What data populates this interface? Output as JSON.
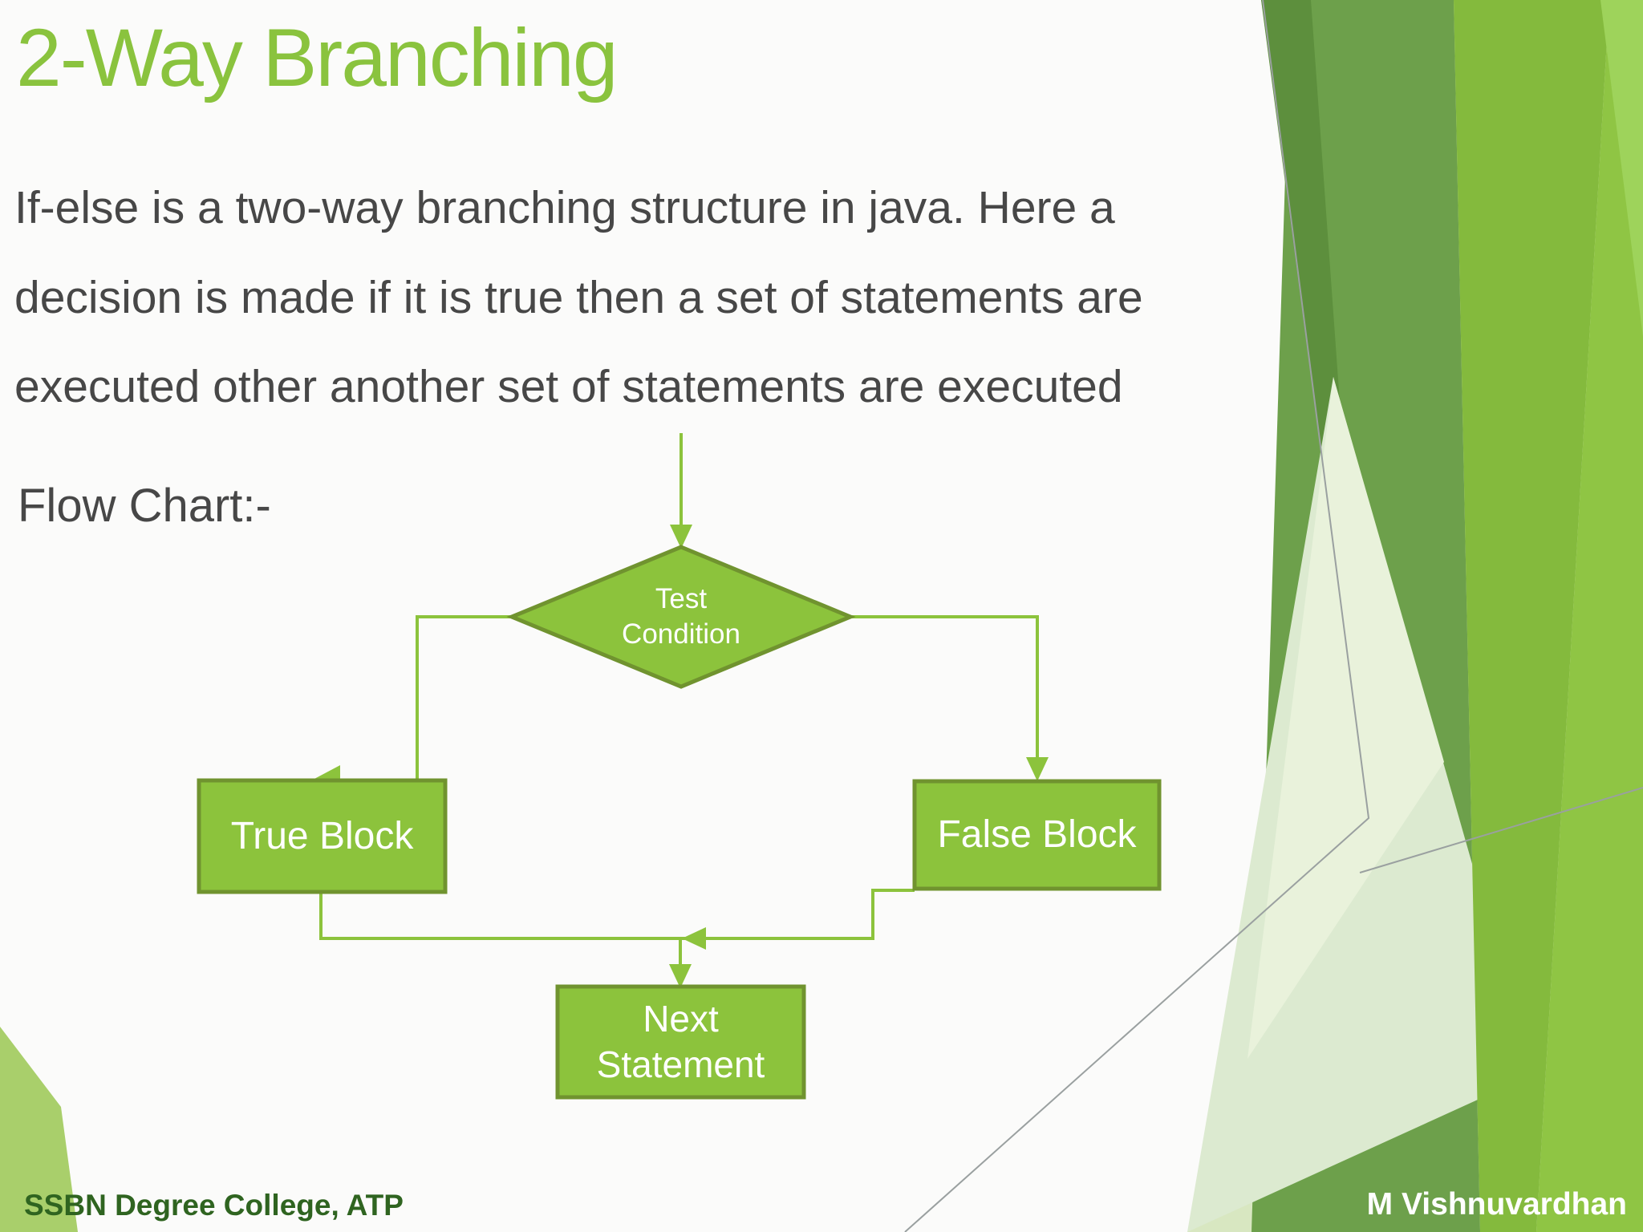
{
  "slide": {
    "title": "2-Way Branching",
    "body": [
      "If-else is a two-way branching structure in java. Here a",
      "decision is made if it is true then a set of statements are",
      "executed other another set of statements are executed"
    ],
    "flow_chart_label": "Flow Chart:-"
  },
  "flowchart": {
    "test_condition": {
      "line1": "Test",
      "line2": "Condition"
    },
    "true_block": {
      "label": "True Block"
    },
    "false_block": {
      "label": "False Block"
    },
    "next_statement": {
      "line1": "Next",
      "line2": "Statement"
    },
    "edges": [
      "entry -> test-condition",
      "test-condition -> true-block",
      "test-condition -> false-block",
      "true-block -> next-statement",
      "false-block -> next-statement"
    ]
  },
  "footer": {
    "left": "SSBN Degree College, ATP",
    "right": "M Vishnuvardhan"
  },
  "colors": {
    "title_green": "#8ac33e",
    "body_text_gray": "#474747",
    "shape_fill_green": "#8cc33c",
    "shape_border_olive": "#70932f",
    "connector_green": "#8cc33c",
    "shape_text_white": "#ffffff",
    "footer_left_dark_green": "#2f6420",
    "footer_right_white": "#ffffff",
    "decor_bright_green": "#8dc63f",
    "decor_mid_bright_green": "#84ba3d",
    "decor_medium_green": "#6da04b",
    "decor_dark_green": "#5d8f3d",
    "decor_pale_green": "#d8e7c1",
    "decor_very_pale_green": "#e9f2db",
    "decor_corner_wedge_green": "#a9cf6b",
    "decor_facet_line_gray": "#9aa0a0"
  }
}
